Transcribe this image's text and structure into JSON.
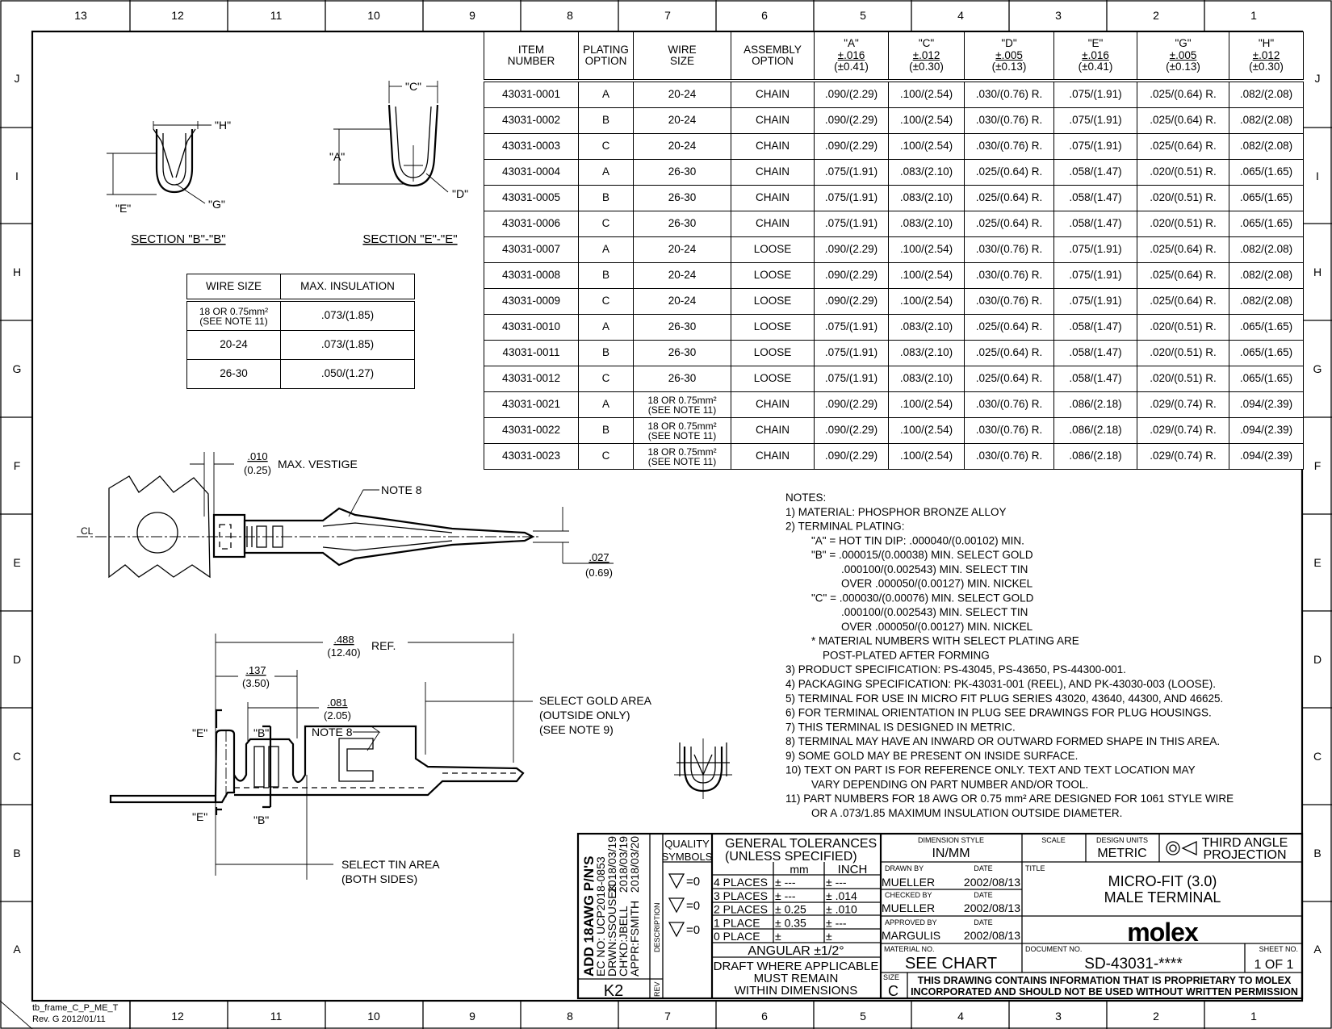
{
  "frame": {
    "columns": [
      "13",
      "12",
      "11",
      "10",
      "9",
      "8",
      "7",
      "6",
      "5",
      "4",
      "3",
      "2",
      "1"
    ],
    "rows": [
      "J",
      "I",
      "H",
      "G",
      "F",
      "E",
      "D",
      "C",
      "B",
      "A"
    ],
    "template_name": "tb_frame_C_P_ME_T",
    "template_rev": "Rev. G 2012/01/11"
  },
  "parts_table": {
    "headers": [
      {
        "l1": "ITEM",
        "l2": "NUMBER"
      },
      {
        "l1": "PLATING",
        "l2": "OPTION"
      },
      {
        "l1": "WIRE",
        "l2": "SIZE"
      },
      {
        "l1": "ASSEMBLY",
        "l2": "OPTION"
      },
      {
        "l1": "\"A\"",
        "tol": "±.016",
        "mm": "(±0.41)"
      },
      {
        "l1": "\"C\"",
        "tol": "±.012",
        "mm": "(±0.30)"
      },
      {
        "l1": "\"D\"",
        "tol": "±.005",
        "mm": "(±0.13)"
      },
      {
        "l1": "\"E\"",
        "tol": "±.016",
        "mm": "(±0.41)"
      },
      {
        "l1": "\"G\"",
        "tol": "±.005",
        "mm": "(±0.13)"
      },
      {
        "l1": "\"H\"",
        "tol": "±.012",
        "mm": "(±0.30)"
      }
    ],
    "rows": [
      [
        "43031-0001",
        "A",
        "20-24",
        "CHAIN",
        ".090/(2.29)",
        ".100/(2.54)",
        ".030/(0.76) R.",
        ".075/(1.91)",
        ".025/(0.64) R.",
        ".082/(2.08)"
      ],
      [
        "43031-0002",
        "B",
        "20-24",
        "CHAIN",
        ".090/(2.29)",
        ".100/(2.54)",
        ".030/(0.76) R.",
        ".075/(1.91)",
        ".025/(0.64) R.",
        ".082/(2.08)"
      ],
      [
        "43031-0003",
        "C",
        "20-24",
        "CHAIN",
        ".090/(2.29)",
        ".100/(2.54)",
        ".030/(0.76) R.",
        ".075/(1.91)",
        ".025/(0.64) R.",
        ".082/(2.08)"
      ],
      [
        "43031-0004",
        "A",
        "26-30",
        "CHAIN",
        ".075/(1.91)",
        ".083/(2.10)",
        ".025/(0.64) R.",
        ".058/(1.47)",
        ".020/(0.51) R.",
        ".065/(1.65)"
      ],
      [
        "43031-0005",
        "B",
        "26-30",
        "CHAIN",
        ".075/(1.91)",
        ".083/(2.10)",
        ".025/(0.64) R.",
        ".058/(1.47)",
        ".020/(0.51) R.",
        ".065/(1.65)"
      ],
      [
        "43031-0006",
        "C",
        "26-30",
        "CHAIN",
        ".075/(1.91)",
        ".083/(2.10)",
        ".025/(0.64) R.",
        ".058/(1.47)",
        ".020/(0.51) R.",
        ".065/(1.65)"
      ],
      [
        "43031-0007",
        "A",
        "20-24",
        "LOOSE",
        ".090/(2.29)",
        ".100/(2.54)",
        ".030/(0.76) R.",
        ".075/(1.91)",
        ".025/(0.64) R.",
        ".082/(2.08)"
      ],
      [
        "43031-0008",
        "B",
        "20-24",
        "LOOSE",
        ".090/(2.29)",
        ".100/(2.54)",
        ".030/(0.76) R.",
        ".075/(1.91)",
        ".025/(0.64) R.",
        ".082/(2.08)"
      ],
      [
        "43031-0009",
        "C",
        "20-24",
        "LOOSE",
        ".090/(2.29)",
        ".100/(2.54)",
        ".030/(0.76) R.",
        ".075/(1.91)",
        ".025/(0.64) R.",
        ".082/(2.08)"
      ],
      [
        "43031-0010",
        "A",
        "26-30",
        "LOOSE",
        ".075/(1.91)",
        ".083/(2.10)",
        ".025/(0.64) R.",
        ".058/(1.47)",
        ".020/(0.51) R.",
        ".065/(1.65)"
      ],
      [
        "43031-0011",
        "B",
        "26-30",
        "LOOSE",
        ".075/(1.91)",
        ".083/(2.10)",
        ".025/(0.64) R.",
        ".058/(1.47)",
        ".020/(0.51) R.",
        ".065/(1.65)"
      ],
      [
        "43031-0012",
        "C",
        "26-30",
        "LOOSE",
        ".075/(1.91)",
        ".083/(2.10)",
        ".025/(0.64) R.",
        ".058/(1.47)",
        ".020/(0.51) R.",
        ".065/(1.65)"
      ],
      [
        "43031-0021",
        "A",
        "18 OR 0.75mm²\n(SEE NOTE 11)",
        "CHAIN",
        ".090/(2.29)",
        ".100/(2.54)",
        ".030/(0.76) R.",
        ".086/(2.18)",
        ".029/(0.74) R.",
        ".094/(2.39)"
      ],
      [
        "43031-0022",
        "B",
        "18 OR 0.75mm²\n(SEE NOTE 11)",
        "CHAIN",
        ".090/(2.29)",
        ".100/(2.54)",
        ".030/(0.76) R.",
        ".086/(2.18)",
        ".029/(0.74) R.",
        ".094/(2.39)"
      ],
      [
        "43031-0023",
        "C",
        "18 OR 0.75mm²\n(SEE NOTE 11)",
        "CHAIN",
        ".090/(2.29)",
        ".100/(2.54)",
        ".030/(0.76) R.",
        ".086/(2.18)",
        ".029/(0.74) R.",
        ".094/(2.39)"
      ]
    ]
  },
  "wire_table": {
    "headers": [
      "WIRE SIZE",
      "MAX. INSULATION"
    ],
    "rows": [
      [
        "18 OR 0.75mm²\n(SEE NOTE 11)",
        ".073/(1.85)"
      ],
      [
        "20-24",
        ".073/(1.85)"
      ],
      [
        "26-30",
        ".050/(1.27)"
      ]
    ]
  },
  "sections": {
    "bb_title": "SECTION \"B\"-\"B\"",
    "ee_title": "SECTION \"E\"-\"E\"",
    "label_h": "\"H\"",
    "label_e": "\"E\"",
    "label_g": "\"G\"",
    "label_a": "\"A\"",
    "label_c": "\"C\"",
    "label_d": "\"D\""
  },
  "top_view": {
    "vestige_in": ".010",
    "vestige_mm": "(0.25)",
    "vestige_text": "MAX. VESTIGE",
    "note8": "NOTE 8",
    "height_in": ".027",
    "height_mm": "(0.69)",
    "centerline": "CL"
  },
  "side_view": {
    "ref_in": ".488",
    "ref_mm": "(12.40)",
    "ref_text": "REF.",
    "d137_in": ".137",
    "d137_mm": "(3.50)",
    "d081_in": ".081",
    "d081_mm": "(2.05)",
    "note8": "NOTE 8",
    "gold_1": "SELECT GOLD AREA",
    "gold_2": "(OUTSIDE ONLY)",
    "gold_3": "(SEE NOTE 9)",
    "tin_1": "SELECT TIN AREA",
    "tin_2": "(BOTH SIDES)",
    "cut_e": "\"E\"",
    "cut_b": "\"B\""
  },
  "notes": [
    "NOTES:",
    "1)  MATERIAL: PHOSPHOR BRONZE ALLOY",
    "2)  TERMINAL PLATING:",
    "\"A\" = HOT TIN DIP: .000040/(0.00102) MIN.",
    "\"B\" = .000015/(0.00038) MIN. SELECT GOLD",
    ".000100/(0.002543) MIN. SELECT TIN",
    "OVER .000050/(0.00127) MIN. NICKEL",
    "\"C\" = .000030/(0.00076) MIN. SELECT GOLD",
    ".000100/(0.002543) MIN. SELECT TIN",
    "OVER .000050/(0.00127) MIN. NICKEL",
    "* MATERIAL NUMBERS WITH SELECT PLATING ARE",
    "POST-PLATED AFTER FORMING",
    "3)  PRODUCT SPECIFICATION: PS-43045, PS-43650, PS-44300-001.",
    "4)  PACKAGING SPECIFICATION: PK-43031-001 (REEL), AND PK-43030-003 (LOOSE).",
    "5)  TERMINAL FOR USE IN MICRO FIT PLUG SERIES 43020, 43640, 44300, AND 46625.",
    "6)  FOR TERMINAL ORIENTATION IN PLUG SEE DRAWINGS FOR PLUG HOUSINGS.",
    "7)  THIS TERMINAL IS DESIGNED IN METRIC.",
    "8)  TERMINAL MAY HAVE AN INWARD OR OUTWARD FORMED SHAPE IN THIS AREA.",
    "9)  SOME GOLD MAY BE PRESENT ON INSIDE SURFACE.",
    "10) TEXT ON PART IS FOR REFERENCE ONLY. TEXT AND TEXT LOCATION MAY",
    "VARY DEPENDING ON PART NUMBER AND/OR TOOL.",
    "11) PART NUMBERS FOR 18 AWG OR 0.75 mm² ARE DESIGNED FOR 1061 STYLE WIRE",
    "OR A .073/1.85 MAXIMUM INSULATION OUTSIDE DIAMETER."
  ],
  "revision": {
    "description": "ADD 18AWG P/N'S",
    "ec_no": "EC NO: UCP2018-0853",
    "drawn": "DRWN:SSOUSEK",
    "checked": "CH'KD:JBELL",
    "approved": "APPR:FSMITH",
    "date_1": "2018/03/19",
    "date_2": "2018/03/19",
    "date_3": "2018/03/20",
    "description_label": "DESCRIPTION",
    "rev_label": "REV",
    "rev": "K2"
  },
  "title_block": {
    "quality_l1": "QUALITY",
    "quality_l2": "SYMBOLS",
    "quality_symbols": [
      "=0",
      "=0",
      "=0"
    ],
    "tol_title_1": "GENERAL TOLERANCES",
    "tol_title_2": "(UNLESS SPECIFIED)",
    "tol_mm": "mm",
    "tol_inch": "INCH",
    "tolerances": [
      {
        "places": "4 PLACES",
        "mm": "± ---",
        "inch": "± ---"
      },
      {
        "places": "3 PLACES",
        "mm": "± ---",
        "inch": "± .014"
      },
      {
        "places": "2 PLACES",
        "mm": "± 0.25",
        "inch": "± .010"
      },
      {
        "places": "1 PLACE",
        "mm": "± 0.35",
        "inch": "± ---"
      },
      {
        "places": "0 PLACE",
        "mm": "±",
        "inch": "±"
      }
    ],
    "angular": "ANGULAR ±1/2°",
    "draft_1": "DRAFT WHERE APPLICABLE",
    "draft_2": "MUST REMAIN",
    "draft_3": "WITHIN DIMENSIONS",
    "dim_style_label": "DIMENSION STYLE",
    "dim_style": "IN/MM",
    "scale_label": "SCALE",
    "units_label": "DESIGN UNITS",
    "units": "METRIC",
    "projection_1": "THIRD ANGLE",
    "projection_2": "PROJECTION",
    "drawn_label": "DRAWN BY",
    "drawn_by": "MUELLER",
    "drawn_date": "2002/08/13",
    "checked_label": "CHECKED BY",
    "checked_by": "MUELLER",
    "checked_date": "2002/08/13",
    "approved_label": "APPROVED BY",
    "approved_by": "MARGULIS",
    "approved_date": "2002/08/13",
    "date_label": "DATE",
    "title_label": "TITLE",
    "title_1": "MICRO-FIT (3.0)",
    "title_2": "MALE TERMINAL",
    "logo": "molex",
    "material_label": "MATERIAL NO.",
    "material": "SEE CHART",
    "document_label": "DOCUMENT NO.",
    "document": "SD-43031-****",
    "sheet_label": "SHEET NO.",
    "sheet": "1 OF 1",
    "size_label": "SIZE",
    "size": "C",
    "proprietary_1": "THIS DRAWING CONTAINS INFORMATION THAT IS PROPRIETARY TO MOLEX",
    "proprietary_2": "INCORPORATED AND SHOULD NOT BE USED WITHOUT WRITTEN PERMISSION"
  }
}
